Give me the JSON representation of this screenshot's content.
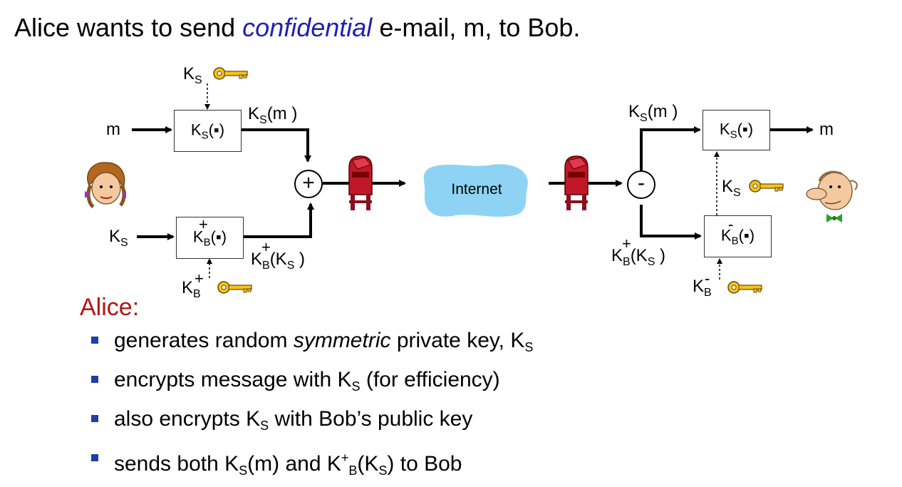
{
  "title": {
    "before": "Alice wants to send ",
    "emphasis": "confidential",
    "after": " e-mail, m, to Bob."
  },
  "diagram": {
    "alice_side": {
      "input_m": "m",
      "input_ks": "K",
      "input_ks_sub": "S",
      "key_top_label": "K",
      "key_top_sub": "S",
      "key_bottom_label": "K",
      "key_bottom_sub": "B",
      "key_bottom_sup": "+",
      "box1_main": "K",
      "box1_sub": "S",
      "box1_arg": "(▪)",
      "box2_main": "K",
      "box2_sub": "B",
      "box2_sup": "+",
      "box2_arg": "(▪)",
      "out1_label": "K",
      "out1_sub": "S",
      "out1_arg": "(m )",
      "out2_label": "K",
      "out2_sub": "B",
      "out2_sup": "+",
      "out2_arg": "(K",
      "out2_arg_sub": "S",
      "out2_arg_end": " )",
      "combine_symbol": "+"
    },
    "internet_label": "Internet",
    "bob_side": {
      "split_symbol": "-",
      "in1_label": "K",
      "in1_sub": "S",
      "in1_arg": "(m )",
      "in2_label": "K",
      "in2_sub": "B",
      "in2_sup": "+",
      "in2_arg": "(K",
      "in2_arg_sub": "S",
      "in2_arg_end": " )",
      "box1_main": "K",
      "box1_sub": "S",
      "box1_arg": "(▪)",
      "box2_main": "K",
      "box2_sub": "B",
      "box2_sup": "-",
      "box2_arg": "(▪)",
      "key_mid_label": "K",
      "key_mid_sub": "S",
      "key_bottom_label": "K",
      "key_bottom_sub": "B",
      "key_bottom_sup": "-",
      "output_m": "m"
    },
    "colors": {
      "cloud": "#8fd3f4",
      "key": "#f5c518",
      "mailbox": "#c0182a"
    },
    "icons": [
      "key-icon",
      "mailbox-icon",
      "alice-icon",
      "bob-icon",
      "cloud-icon"
    ]
  },
  "notes": {
    "heading": "Alice:",
    "bullets": [
      {
        "a": "generates random ",
        "em": "symmetric",
        "b": " private key, K",
        "sub": "S"
      },
      {
        "a": "encrypts message with K",
        "sub": "S",
        "b": " (for efficiency)"
      },
      {
        "a": "also encrypts K",
        "sub": "S",
        "b": " with Bob’s public key"
      },
      {
        "a": "sends both K",
        "sub": "S",
        "b": "(m) and K",
        "sup": "+",
        "c": "B",
        "d": "(K",
        "sub2": "S",
        "e": ") to Bob"
      }
    ]
  }
}
